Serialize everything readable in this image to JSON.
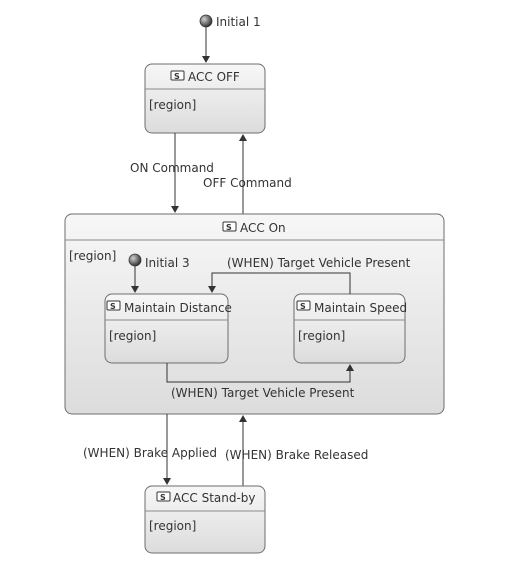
{
  "states": {
    "acc_off": {
      "title": "ACC OFF",
      "region": "[region]",
      "icon": "state-s-icon"
    },
    "acc_on": {
      "title": "ACC On",
      "region": "[region]",
      "icon": "state-s-icon"
    },
    "maintain_distance": {
      "title": "Maintain Distance",
      "region": "[region]",
      "icon": "state-s-icon"
    },
    "maintain_speed": {
      "title": "Maintain Speed",
      "region": "[region]",
      "icon": "state-s-icon"
    },
    "acc_standby": {
      "title": "ACC Stand-by",
      "region": "[region]",
      "icon": "state-s-icon"
    }
  },
  "initials": {
    "initial_1": "Initial 1",
    "initial_3": "Initial 3"
  },
  "transitions": {
    "on_command": "ON Command",
    "off_command": "OFF Command",
    "target_present_top": "(WHEN) Target Vehicle Present",
    "target_present_bottom": "(WHEN) Target Vehicle Present",
    "brake_applied": "(WHEN) Brake Applied",
    "brake_released": "(WHEN) Brake Released"
  },
  "badge_letter": "S"
}
